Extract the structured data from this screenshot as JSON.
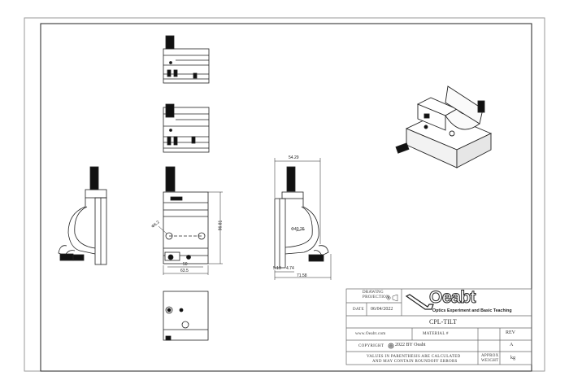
{
  "title_block": {
    "drawing_projection_label": "DRAWING PROJECTION",
    "date_label": "DATE",
    "date_value": "06/04/2022",
    "logo_text": "Oeabt",
    "logo_tagline": "Optics Experiment and Basic Teaching",
    "part_name": "CPL-TILT",
    "website": "www.Oeabt.com",
    "material_label": "MATERIAL #",
    "rev_label": "REV",
    "copyright_label": "COPYRIGHT",
    "copyright_value": "2022 BY Oeabt",
    "rev_value": "A",
    "note_line1": "VALUES IN PARENTHESIS ARE CALCULATED",
    "note_line2": "AND MAY CONTAIN ROUNDOFF ERRORS",
    "approx_weight_label": "APPROX WEIGHT",
    "weight_unit": "kg"
  },
  "dimensions": {
    "front_hole_dia": "Φ6.2",
    "front_height": "96.81",
    "front_width_inner": "50",
    "front_width_outer": "63.5",
    "side_top_width": "54.29",
    "side_arc_dia": "Φ40.26",
    "side_bottom_a": "5.13",
    "side_bottom_b": "4.74",
    "side_total_width": "71.58"
  }
}
